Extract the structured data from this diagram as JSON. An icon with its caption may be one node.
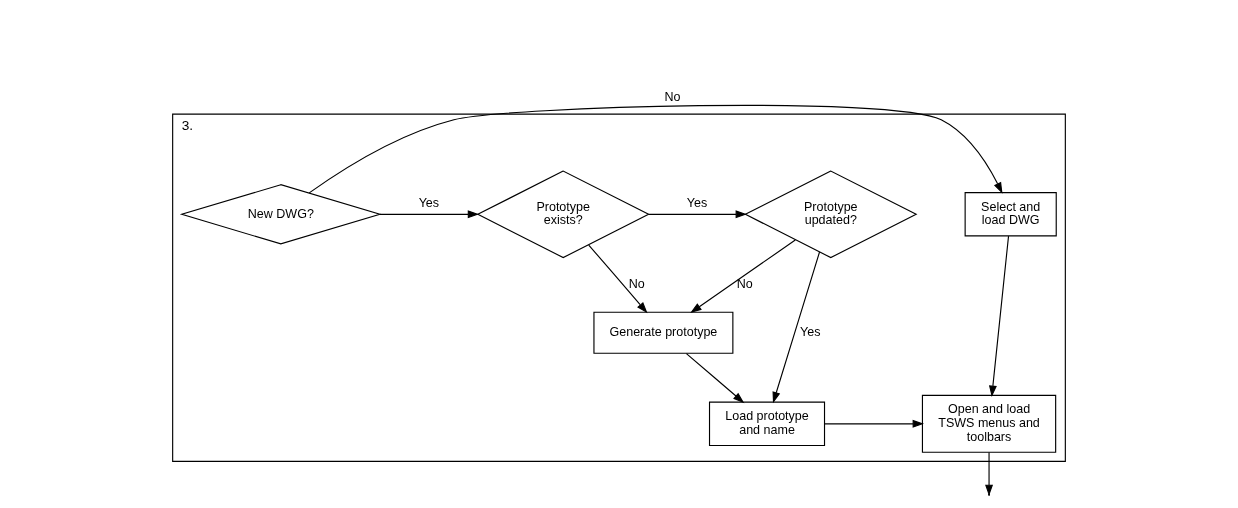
{
  "diagram": {
    "nodes": [
      {
        "text": [
          "3."
        ]
      },
      {
        "text": [
          "Select and load DWG"
        ],
        "in": 0
      },
      {
        "text": [
          "New DWG?"
        ],
        "in": 0
      },
      {
        "text": [
          "Prototype exists?"
        ],
        "in": 0
      },
      {
        "text": [
          "Prototype updated?"
        ],
        "in": 0
      },
      {
        "text": [
          "Generate prototype"
        ],
        "in": 0
      },
      {
        "text": [
          "Load prototype and name"
        ],
        "in": 0
      },
      {
        "text": [
          "Open and load TSWS menus and toolbars"
        ],
        "in": 0
      }
    ],
    "edges": [
      {
        "from": 2,
        "to": 1,
        "arrow": "to",
        "label": "No"
      },
      {
        "from": 2,
        "to": 3,
        "arrow": "to",
        "label": "Yes"
      },
      {
        "from": 3,
        "to": 4,
        "arrow": "to",
        "label": "Yes"
      },
      {
        "from": 3,
        "to": 5,
        "arrow": "to",
        "label": "No"
      },
      {
        "from": 4,
        "to": 5,
        "arrow": "to",
        "label": "No"
      },
      {
        "from": 4,
        "to": 6,
        "arrow": "to",
        "label": "Yes"
      },
      {
        "from": 5,
        "to": 6,
        "arrow": "to"
      },
      {
        "from": 6,
        "to": 7,
        "arrow": "to"
      },
      {
        "from": 1,
        "to": 7,
        "arrow": "to"
      },
      {
        "from": 7,
        "to": null,
        "arrow": "to"
      }
    ]
  }
}
